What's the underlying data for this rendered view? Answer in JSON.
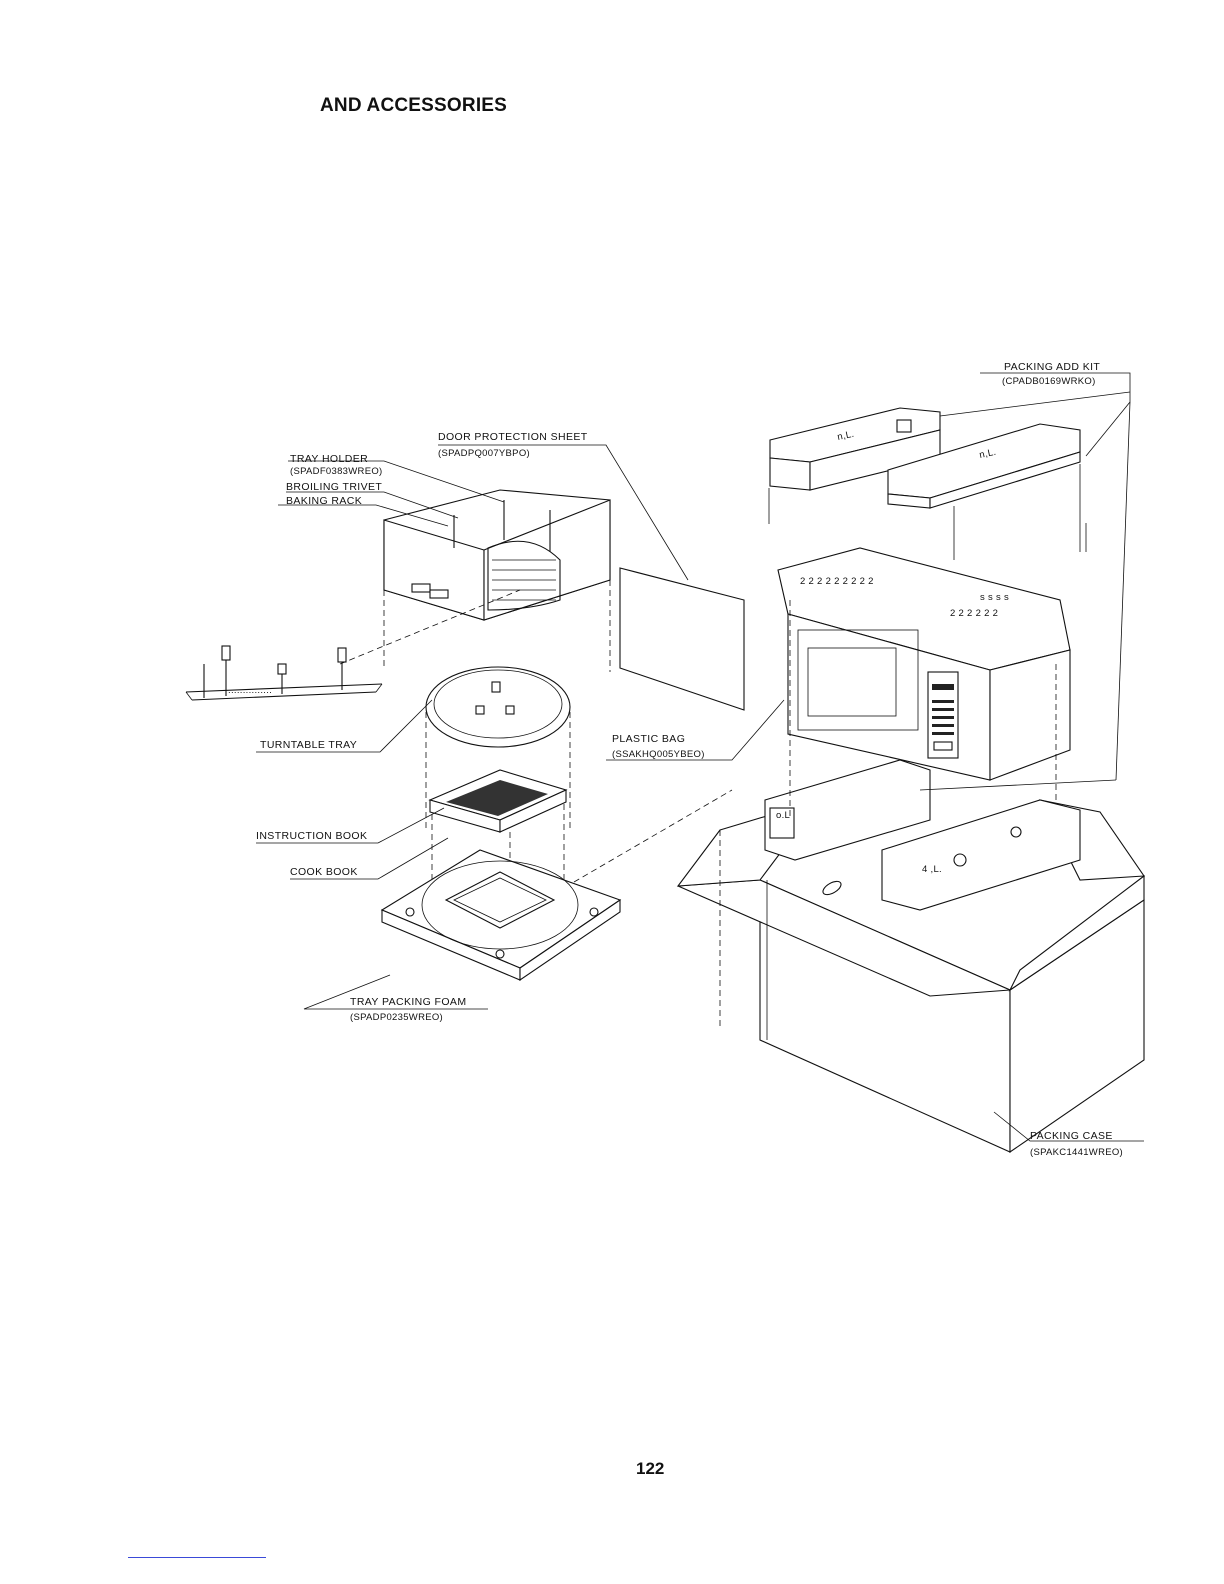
{
  "page": {
    "title": "AND ACCESSORIES",
    "page_number": "122"
  },
  "labels": {
    "packing_add_kit": "PACKING ADD KIT",
    "packing_add_kit_code": "(CPADB0169WRKO)",
    "door_protection_sheet": "DOOR PROTECTION SHEET",
    "door_protection_sheet_code": "(SPADPQ007YBPO)",
    "tray_holder": "TRAY HOLDER",
    "tray_holder_code": "(SPADF0383WREO)",
    "broiling_trivet": "BROILING TRIVET",
    "baking_rack": "BAKING RACK",
    "turntable_tray": "TURNTABLE TRAY",
    "plastic_bag": "PLASTIC BAG",
    "plastic_bag_code": "(SSAKHQ005YBEO)",
    "instruction_book": "INSTRUCTION BOOK",
    "cook_book": "COOK BOOK",
    "tray_packing_foam": "TRAY PACKING FOAM",
    "tray_packing_foam_code": "(SPADP0235WREO)",
    "packing_case": "PACKING CASE",
    "packing_case_code": "(SPAKC1441WREO)"
  }
}
